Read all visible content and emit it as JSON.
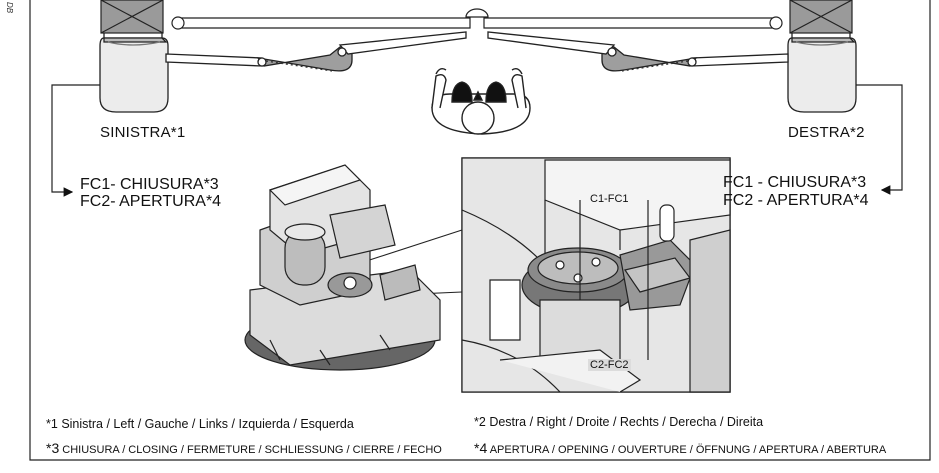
{
  "side_code": "DB",
  "labels": {
    "left_motor": "SINISTRA*1",
    "right_motor": "DESTRA*2",
    "left_fc1": "FC1- CHIUSURA*3",
    "left_fc2": "FC2- APERTURA*4",
    "right_fc1": "FC1 - CHIUSURA*3",
    "right_fc2": "FC2  - APERTURA*4",
    "cam_top": "C1-FC1",
    "cam_bottom": "C2-FC2"
  },
  "legend": {
    "note1_mark": "*1",
    "note1_text": "Sinistra / Left / Gauche / Links / Izquierda / Esquerda",
    "note2_mark": "*2",
    "note2_text": "Destra / Right / Droite / Rechts / Derecha / Direita",
    "note3_mark": "*3",
    "note3_text": "CHIUSURA / CLOSING / FERMETURE / SCHLIESSUNG / CIERRE / FECHO",
    "note4_mark": "*4",
    "note4_text": "APERTURA / OPENING / OUVERTURE / ÖFFNUNG / APERTURA / ABERTURA"
  }
}
